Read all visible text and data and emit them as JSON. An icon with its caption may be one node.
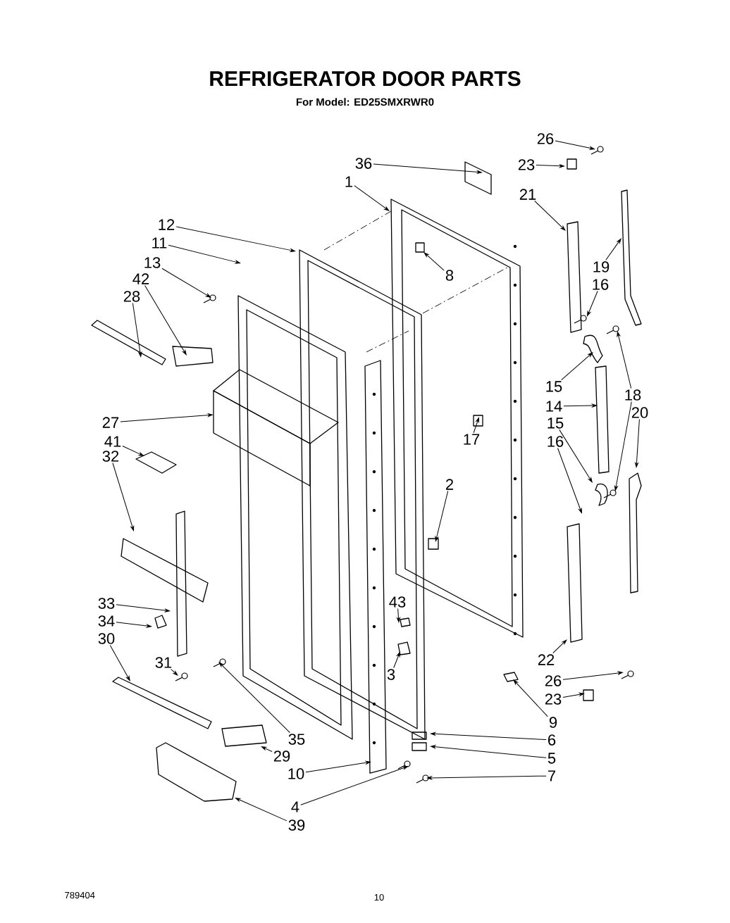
{
  "diagram": {
    "title": "REFRIGERATOR DOOR PARTS",
    "nodes": [
      {
        "text": [
          "1"
        ]
      },
      {
        "text": [
          "36"
        ]
      },
      {
        "text": [
          "26"
        ]
      },
      {
        "text": [
          "23"
        ]
      },
      {
        "text": [
          "21"
        ]
      },
      {
        "text": [
          "12"
        ]
      },
      {
        "text": [
          "11"
        ]
      },
      {
        "text": [
          "19"
        ]
      },
      {
        "text": [
          "16"
        ]
      },
      {
        "text": [
          "13"
        ]
      },
      {
        "text": [
          "42"
        ]
      },
      {
        "text": [
          "28"
        ]
      },
      {
        "text": [
          "8"
        ]
      },
      {
        "text": [
          "15"
        ]
      },
      {
        "text": [
          "18"
        ]
      },
      {
        "text": [
          "14"
        ]
      },
      {
        "text": [
          "20"
        ]
      },
      {
        "text": [
          "15"
        ]
      },
      {
        "text": [
          "16"
        ]
      },
      {
        "text": [
          "27"
        ]
      },
      {
        "text": [
          "41"
        ]
      },
      {
        "text": [
          "32"
        ]
      },
      {
        "text": [
          "17"
        ]
      },
      {
        "text": [
          "2"
        ]
      },
      {
        "text": [
          "33"
        ]
      },
      {
        "text": [
          "34"
        ]
      },
      {
        "text": [
          "30"
        ]
      },
      {
        "text": [
          "31"
        ]
      },
      {
        "text": [
          "43"
        ]
      },
      {
        "text": [
          "3"
        ]
      },
      {
        "text": [
          "22"
        ]
      },
      {
        "text": [
          "35"
        ]
      },
      {
        "text": [
          "26"
        ]
      },
      {
        "text": [
          "23"
        ]
      },
      {
        "text": [
          "9"
        ]
      },
      {
        "text": [
          "6"
        ]
      },
      {
        "text": [
          "29"
        ]
      },
      {
        "text": [
          "5"
        ]
      },
      {
        "text": [
          "10"
        ]
      },
      {
        "text": [
          "7"
        ]
      },
      {
        "text": [
          "4"
        ]
      },
      {
        "text": [
          "39"
        ]
      }
    ],
    "edges": [
      {
        "from": 0,
        "to": null,
        "arrow": "to"
      },
      {
        "from": 1,
        "to": null,
        "arrow": "to"
      },
      {
        "from": 2,
        "to": null,
        "arrow": "to"
      },
      {
        "from": 3,
        "to": null,
        "arrow": "to"
      },
      {
        "from": 4,
        "to": null,
        "arrow": "to"
      },
      {
        "from": 5,
        "to": null,
        "arrow": "to"
      },
      {
        "from": 6,
        "to": null,
        "arrow": "to"
      },
      {
        "from": 7,
        "to": null,
        "arrow": "to"
      },
      {
        "from": 8,
        "to": null,
        "arrow": "to"
      },
      {
        "from": 9,
        "to": null,
        "arrow": "to"
      },
      {
        "from": 10,
        "to": null,
        "arrow": "to"
      },
      {
        "from": 11,
        "to": null,
        "arrow": "to"
      },
      {
        "from": 12,
        "to": null,
        "arrow": "to"
      },
      {
        "from": 13,
        "to": null,
        "arrow": "to"
      },
      {
        "from": 14,
        "to": null,
        "arrow": "to"
      },
      {
        "from": 14,
        "to": null,
        "arrow": "to"
      },
      {
        "from": 15,
        "to": null,
        "arrow": "to"
      },
      {
        "from": 16,
        "to": null,
        "arrow": "to"
      },
      {
        "from": 17,
        "to": null,
        "arrow": "to"
      },
      {
        "from": 18,
        "to": null,
        "arrow": "to"
      },
      {
        "from": 19,
        "to": null,
        "arrow": "to"
      },
      {
        "from": 20,
        "to": null,
        "arrow": "to"
      },
      {
        "from": 21,
        "to": null,
        "arrow": "to"
      },
      {
        "from": 22,
        "to": null,
        "arrow": "to"
      },
      {
        "from": 23,
        "to": null,
        "arrow": "to"
      },
      {
        "from": 24,
        "to": null,
        "arrow": "to"
      },
      {
        "from": 25,
        "to": null,
        "arrow": "to"
      },
      {
        "from": 26,
        "to": null,
        "arrow": "to"
      },
      {
        "from": 27,
        "to": null,
        "arrow": "to"
      },
      {
        "from": 28,
        "to": null,
        "arrow": "to"
      },
      {
        "from": 29,
        "to": null,
        "arrow": "to"
      },
      {
        "from": 30,
        "to": null,
        "arrow": "to"
      },
      {
        "from": 31,
        "to": null,
        "arrow": "to"
      },
      {
        "from": 32,
        "to": null,
        "arrow": "to"
      },
      {
        "from": 33,
        "to": null,
        "arrow": "to"
      },
      {
        "from": 34,
        "to": null,
        "arrow": "to"
      },
      {
        "from": 35,
        "to": null,
        "arrow": "to"
      },
      {
        "from": 36,
        "to": null,
        "arrow": "to"
      },
      {
        "from": 37,
        "to": null,
        "arrow": "to"
      },
      {
        "from": 38,
        "to": null,
        "arrow": "to"
      },
      {
        "from": 39,
        "to": null,
        "arrow": "to"
      },
      {
        "from": 40,
        "to": null,
        "arrow": "to"
      },
      {
        "from": 41,
        "to": null,
        "arrow": "to"
      }
    ],
    "labels": [
      "For Model: ED25SMXRWR0",
      "789404",
      "10"
    ]
  }
}
